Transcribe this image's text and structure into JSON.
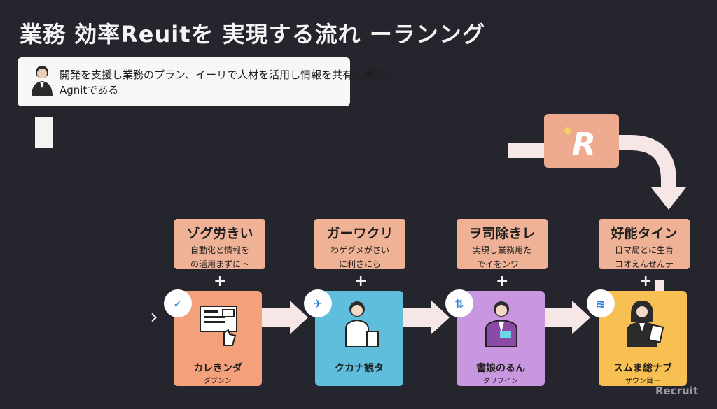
{
  "title": "業務 効率Reuitを 実現する流れ ーランング",
  "agent": {
    "line1": "開発を支援し業務のプラン、イーリで人材を活用し情報を共有し検討。",
    "line2": "Agnitである"
  },
  "recruit_box": {
    "letter": "R"
  },
  "steps": [
    {
      "header": "ゾグ労きい",
      "sub1": "自動化と情報を",
      "sub2": "の活用まずにト",
      "label": "カレきンダ",
      "sublabel": "ダブンン",
      "badge_icon": "check-icon",
      "badge_text": "✓",
      "color": "#f4a07a",
      "badge_color": "#2f7fd6"
    },
    {
      "header": "ガーワクリ",
      "sub1": "わゲグメがさい",
      "sub2": "に利さにら",
      "label": "クカナ観タ",
      "sublabel": "",
      "badge_icon": "plane-icon",
      "badge_text": "✈",
      "color": "#5fbedc",
      "badge_color": "#2f7fd6"
    },
    {
      "header": "ヲ司除きレ",
      "sub1": "実現し業務用た",
      "sub2": "でイをンワー",
      "label": "書娘のるん",
      "sublabel": "ダリフイン",
      "badge_icon": "sort-icon",
      "badge_text": "⇅",
      "color": "#c997df",
      "badge_color": "#2f7fd6"
    },
    {
      "header": "好能タイン",
      "sub1": "日マ局とに生育",
      "sub2": "コオえんせんテ",
      "label": "スムま総ナブ",
      "sublabel": "ザウン目ー",
      "badge_icon": "layers-icon",
      "badge_text": "≋",
      "color": "#f8bf52",
      "badge_color": "#2f7fd6"
    }
  ],
  "logo": "Recruit"
}
